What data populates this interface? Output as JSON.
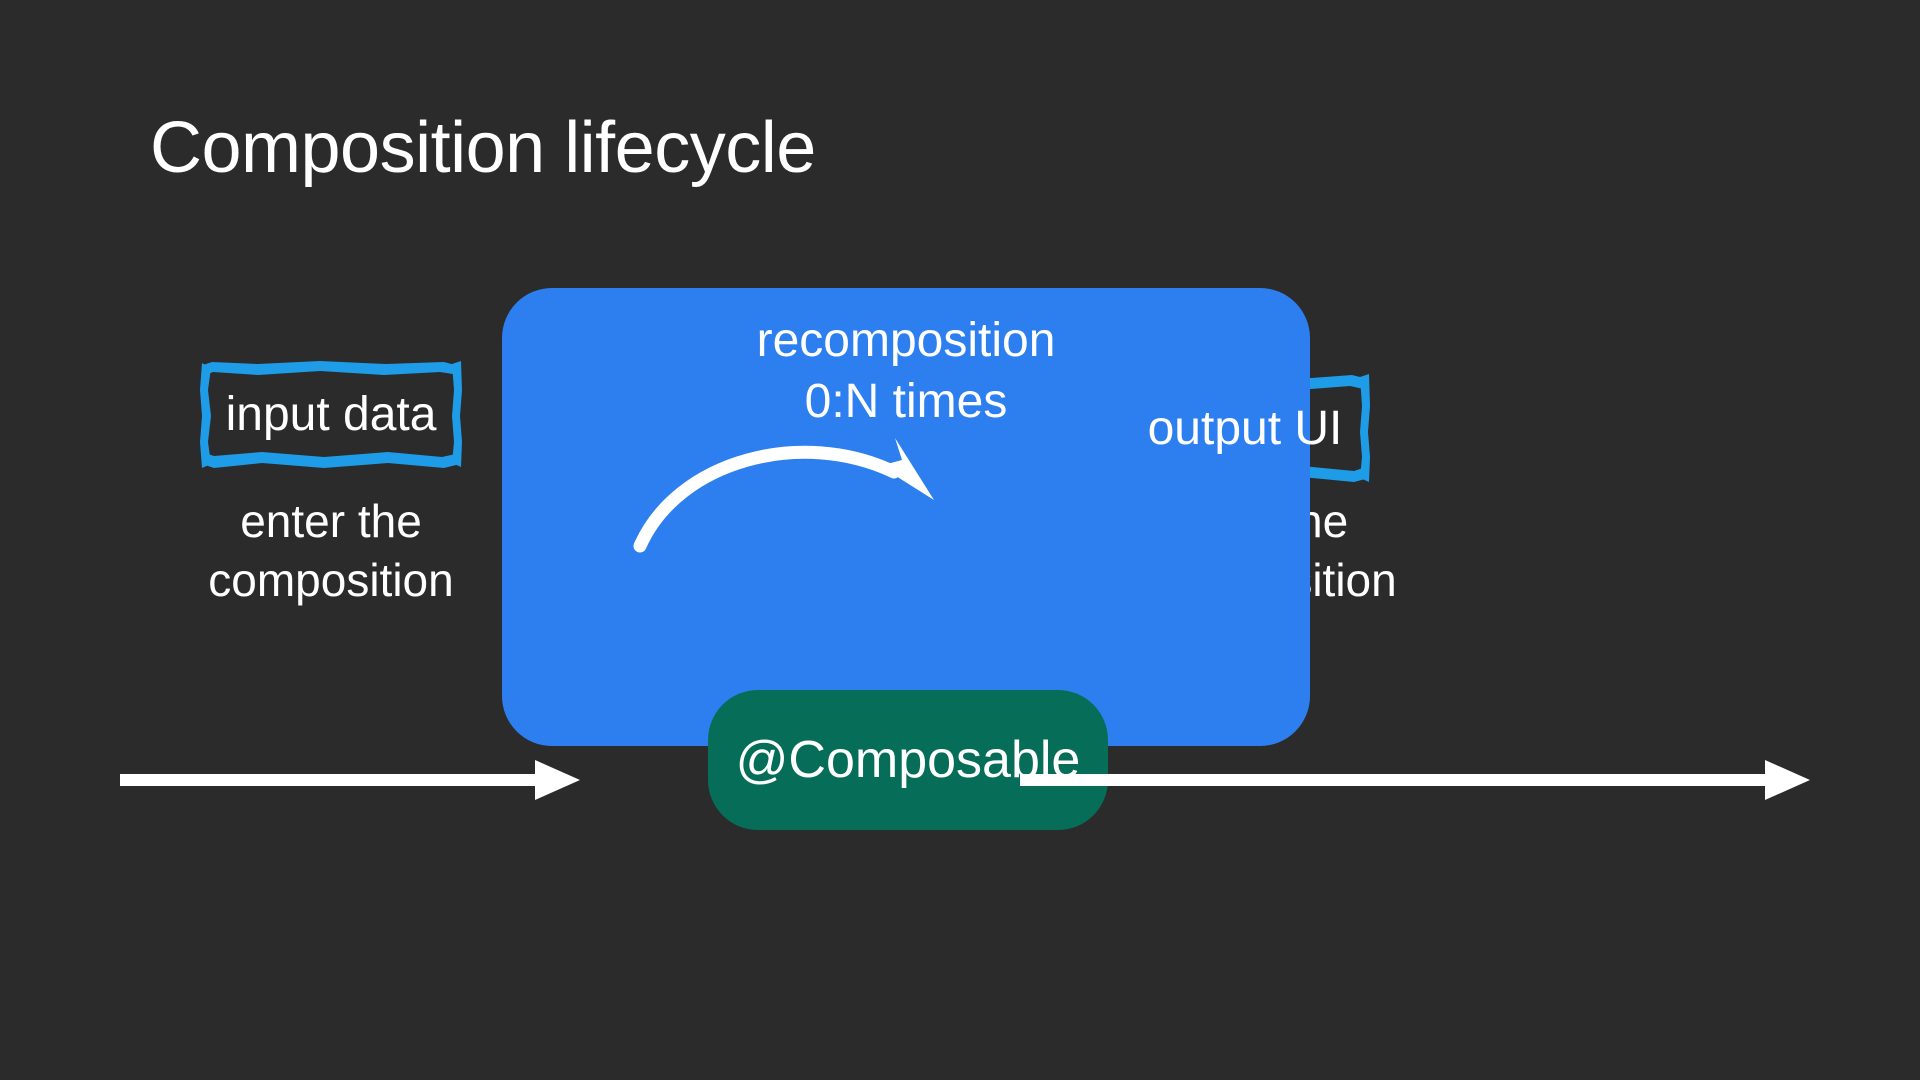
{
  "slide": {
    "title": "Composition lifecycle",
    "background_color": "#2b2b2b",
    "text_color": "#ffffff"
  },
  "composition": {
    "container_color": "#2d7ff0",
    "recomposition_line1": "recomposition",
    "recomposition_line2": "0:N times",
    "composable": {
      "label": "@Composable",
      "chip_color": "#066e58"
    }
  },
  "input_side": {
    "badge_label": "input data",
    "badge_color": "#1e9ce8",
    "caption_line1": "enter the",
    "caption_line2": "composition",
    "arrow": "arrow-right-into-composition"
  },
  "output_side": {
    "badge_label": "output UI",
    "badge_color": "#1e9ce8",
    "caption_line1": "exit the",
    "caption_line2": "composition",
    "arrow": "arrow-right-out-of-composition"
  },
  "icons": {
    "recomposition_arrow": "curved-arrow-loop-icon",
    "flow_arrow_in": "arrow-right-icon",
    "flow_arrow_out": "arrow-right-icon"
  }
}
